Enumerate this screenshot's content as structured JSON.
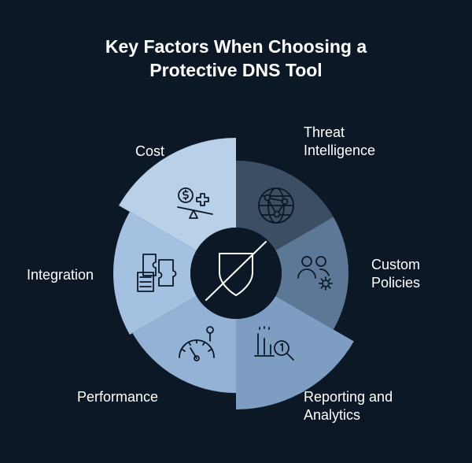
{
  "title": {
    "line1": "Key Factors When Choosing a",
    "line2": "Protective DNS Tool"
  },
  "segments": [
    {
      "key": "cost",
      "label_lines": [
        "Cost"
      ],
      "icon": "balance-scale-icon",
      "color": "#b9d0e9"
    },
    {
      "key": "threat-intelligence",
      "label_lines": [
        "Threat",
        "Intelligence"
      ],
      "icon": "globe-network-icon",
      "color": "#3c4e63"
    },
    {
      "key": "custom-policies",
      "label_lines": [
        "Custom",
        "Policies"
      ],
      "icon": "users-gear-icon",
      "color": "#5d7896"
    },
    {
      "key": "reporting-analytics",
      "label_lines": [
        "Reporting and",
        "Analytics"
      ],
      "icon": "bar-chart-magnifier-icon",
      "color": "#7d9dc2"
    },
    {
      "key": "performance",
      "label_lines": [
        "Performance"
      ],
      "icon": "speedometer-icon",
      "color": "#93b2d6"
    },
    {
      "key": "integration",
      "label_lines": [
        "Integration"
      ],
      "icon": "puzzle-pieces-icon",
      "color": "#a4c1e2"
    }
  ],
  "center_icon": "shield-slash-icon",
  "colors": {
    "background": "#0d1827",
    "center": "#0d1827",
    "icon_stroke": "#0d1827",
    "center_stroke": "#ffffff"
  }
}
